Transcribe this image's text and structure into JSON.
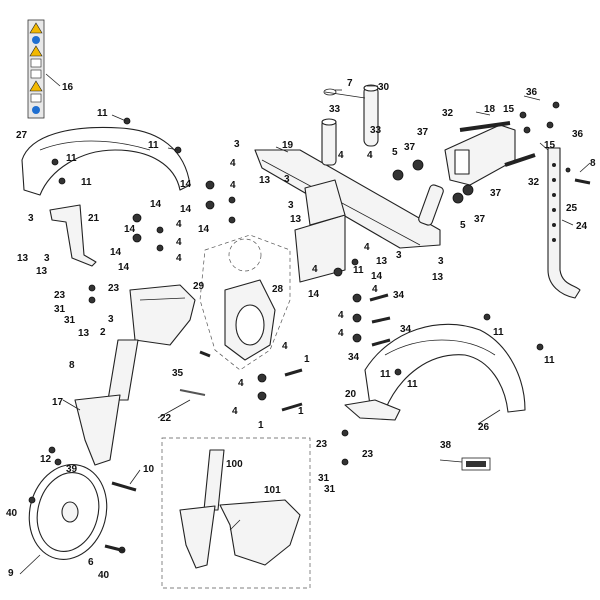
{
  "callouts": {
    "c1a": "1",
    "c1b": "1",
    "c2": "2",
    "c3a": "3",
    "c3b": "3",
    "c3c": "3",
    "c3d": "3",
    "c3e": "3",
    "c4a": "4",
    "c4b": "4",
    "c4c": "4",
    "c4d": "4",
    "c4e": "4",
    "c4f": "4",
    "c4g": "4",
    "c4h": "4",
    "c4i": "4",
    "c4j": "4",
    "c4k": "4",
    "c4l": "4",
    "c4m": "4",
    "c4n": "4",
    "c5a": "5",
    "c5b": "5",
    "c6": "6",
    "c7": "7",
    "c8a": "8",
    "c8b": "8",
    "c9": "9",
    "c10": "10",
    "c11a": "11",
    "c11b": "11",
    "c11c": "11",
    "c11d": "11",
    "c11e": "11",
    "c11f": "11",
    "c11g": "11",
    "c12": "12",
    "c13a": "13",
    "c13b": "13",
    "c13c": "13",
    "c13d": "13",
    "c13e": "13",
    "c13f": "13",
    "c14a": "14",
    "c14b": "14",
    "c14c": "14",
    "c14d": "14",
    "c14e": "14",
    "c14f": "14",
    "c14g": "14",
    "c14h": "14",
    "c15a": "15",
    "c15b": "15",
    "c16": "16",
    "c17": "17",
    "c18": "18",
    "c19": "19",
    "c20": "20",
    "c21": "21",
    "c22": "22",
    "c23a": "23",
    "c23b": "23",
    "c23c": "23",
    "c23d": "23",
    "c24": "24",
    "c25": "25",
    "c26": "26",
    "c27": "27",
    "c28": "28",
    "c29": "29",
    "c30": "30",
    "c31a": "31",
    "c31b": "31",
    "c31c": "31",
    "c31d": "31",
    "c32a": "32",
    "c32b": "32",
    "c33a": "33",
    "c33b": "33",
    "c34a": "34",
    "c34b": "34",
    "c34c": "34",
    "c35": "35",
    "c36a": "36",
    "c36b": "36",
    "c37a": "37",
    "c37b": "37",
    "c37c": "37",
    "c38": "38",
    "c39": "39",
    "c40a": "40",
    "c40b": "40",
    "c100": "100",
    "c101": "101"
  },
  "colors": {
    "label_warning": "#f2b800",
    "label_info": "#1f6fd1",
    "label_background": "#e8e8e8"
  }
}
